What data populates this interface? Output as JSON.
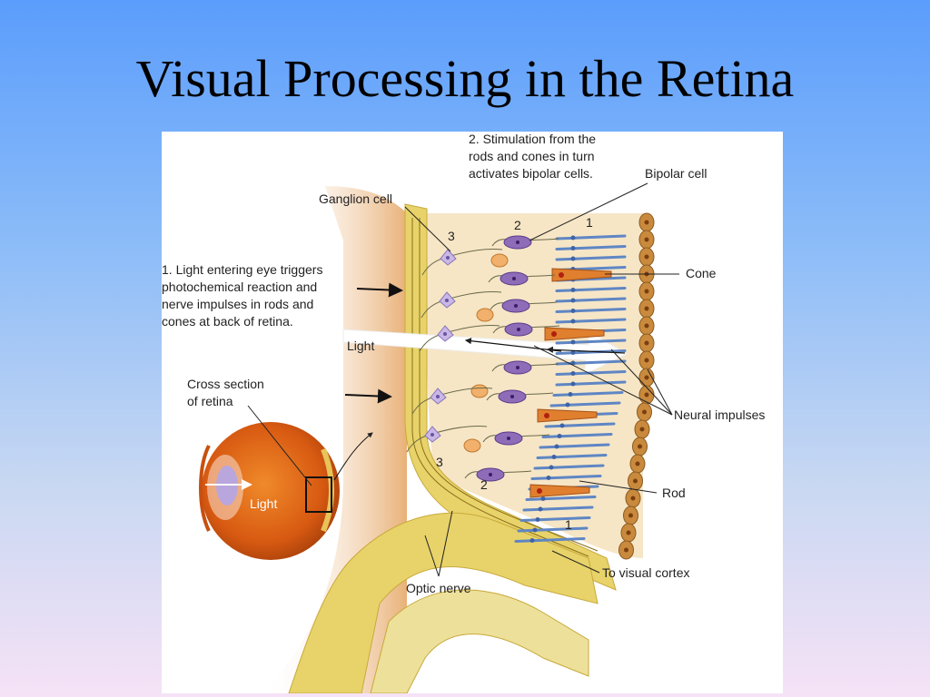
{
  "title": "Visual Processing in the Retina",
  "labels": {
    "step2": "2. Stimulation from the\nrods and cones in turn\nactivates bipolar cells.",
    "bipolar_cell": "Bipolar cell",
    "ganglion_cell": "Ganglion cell",
    "step1": "1. Light entering eye triggers\nphotochemical reaction and\nnerve impulses in rods and\ncones at back of retina.",
    "cone": "Cone",
    "light_top": "Light",
    "cross_section": "Cross section\nof retina",
    "neural_impulses": "Neural impulses",
    "light_eye": "Light",
    "rod": "Rod",
    "to_visual_cortex": "To visual cortex",
    "optic_nerve": "Optic nerve"
  },
  "numbers": {
    "top_3": "3",
    "top_2": "2",
    "top_1": "1",
    "bottom_3": "3",
    "bottom_2": "2",
    "bottom_1": "1"
  },
  "colors": {
    "nerve_yellow": "#e8d36a",
    "retina_bg": "#f6e6c6",
    "outer_tan": "#e9b67a",
    "bipolar_purple": "#8e6cb8",
    "ganglion_lilac": "#c9b7e6",
    "cone_orange": "#e07f2e",
    "rod_blue": "#5f86c4",
    "pigment_brown": "#c98a3d",
    "eye_orange": "#d85a12"
  }
}
